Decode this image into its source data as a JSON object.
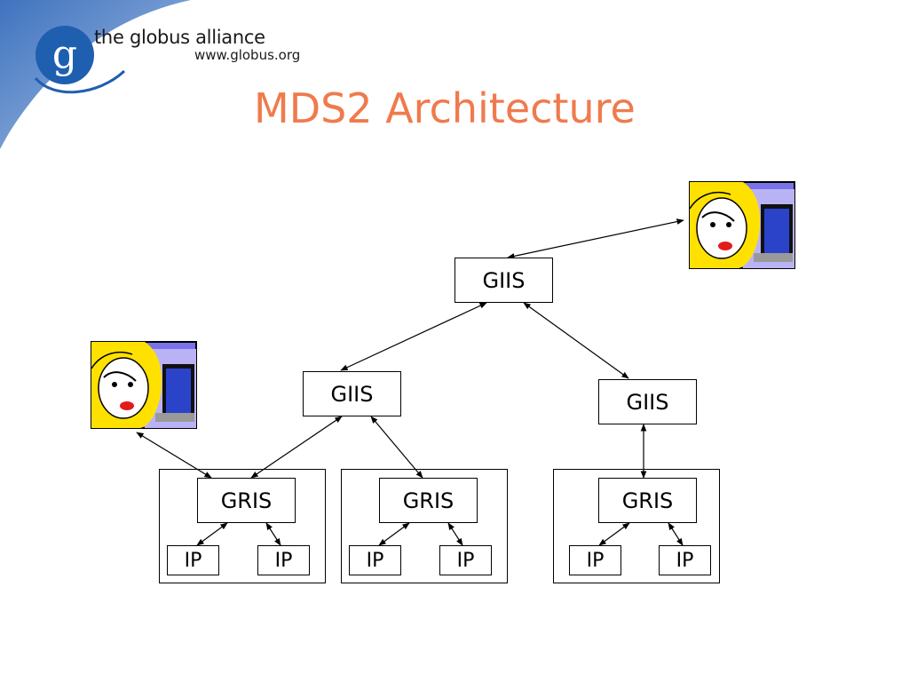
{
  "slide": {
    "title": "MDS2 Architecture",
    "brand_name": "the globus alliance",
    "brand_url": "www.globus.org",
    "logo_letter": "g"
  },
  "colors": {
    "title": "#f07a4d",
    "swoosh": "#4f7fc6",
    "swoosh_light": "#c9d8ee",
    "logo": "#1f5fb0"
  },
  "diagram": {
    "giis_top": "GIIS",
    "giis_left": "GIIS",
    "giis_right": "GIIS",
    "gris_1": "GRIS",
    "gris_2": "GRIS",
    "gris_3": "GRIS",
    "ip_1a": "IP",
    "ip_1b": "IP",
    "ip_2a": "IP",
    "ip_2b": "IP",
    "ip_3a": "IP",
    "ip_3b": "IP"
  },
  "icons": {
    "user_top": "user-at-computer-icon",
    "user_left": "user-at-computer-icon"
  }
}
